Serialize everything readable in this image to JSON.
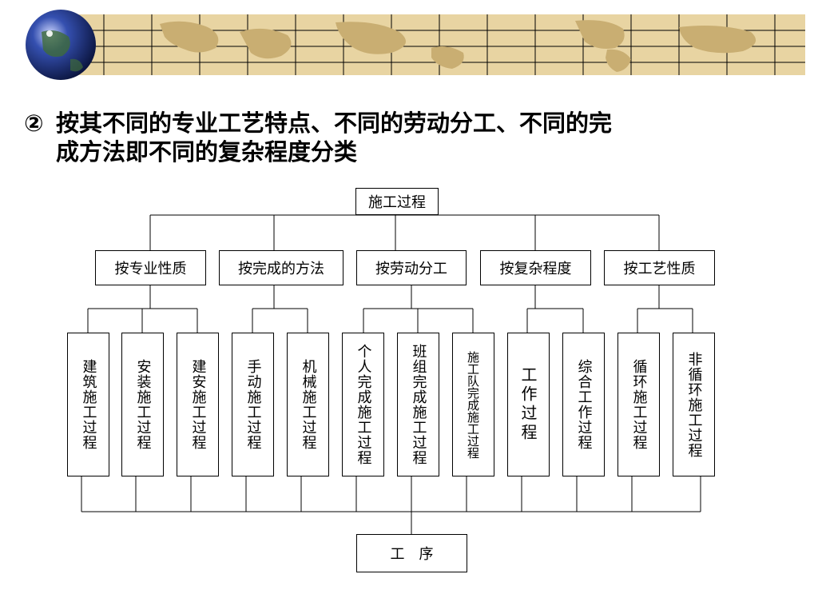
{
  "heading": {
    "bullet": "②",
    "line1": "按其不同的专业工艺特点、不同的劳动分工、不同的完",
    "line2": "成方法即不同的复杂程度分类"
  },
  "diagram": {
    "root": "施工过程",
    "categories": [
      "按专业性质",
      "按完成的方法",
      "按劳动分工",
      "按复杂程度",
      "按工艺性质"
    ],
    "leaves": [
      "建筑施工过程",
      "安装施工过程",
      "建安施工过程",
      "手动施工过程",
      "机械施工过程",
      "个人完成施工过程",
      "班组完成施工过程",
      "施工队完成施工过程",
      "工作过程",
      "综合工作过程",
      "循环施工过程",
      "非循环施工过程"
    ],
    "bottom": "工　序"
  },
  "colors": {
    "banner_bg": "#e8d4a2",
    "map": "#c9ae72",
    "globe": "#2a3f8f"
  }
}
